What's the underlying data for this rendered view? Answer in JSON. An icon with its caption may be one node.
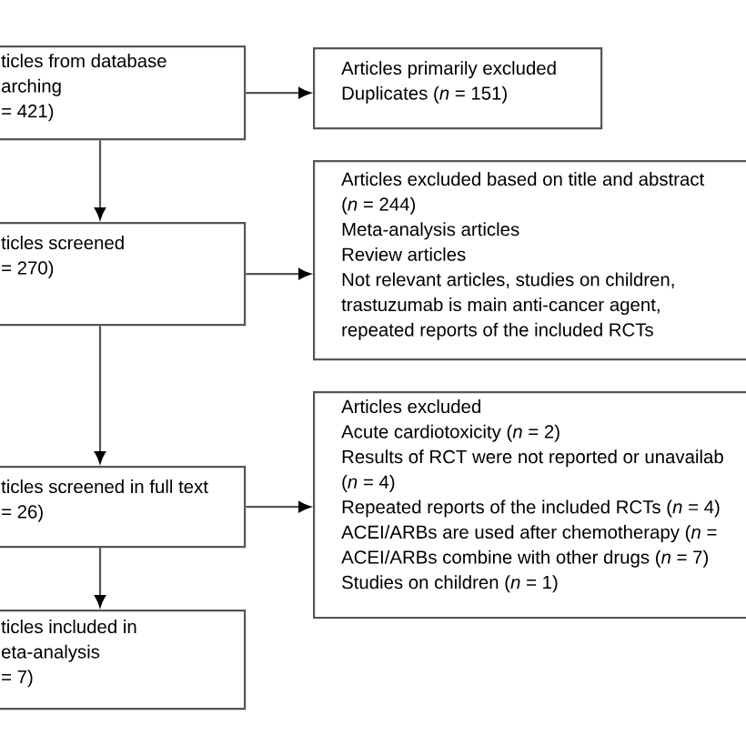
{
  "diagram": {
    "nodes": [
      {
        "text": [
          "ticles from database",
          "arching",
          "= 421)"
        ]
      },
      {
        "text": [
          "Articles primarily excluded",
          "Duplicates (*n* = 151)"
        ]
      },
      {
        "text": [
          "ticles screened",
          "= 270)"
        ]
      },
      {
        "text": [
          "Articles excluded based on title and abstract (*n* = 244)",
          "Meta-analysis articles",
          "Review articles",
          "Not relevant articles, studies on children, trastuzumab is main anti-cancer agent, repeated reports of the included RCTs"
        ]
      },
      {
        "text": [
          "ticles screened in full text",
          "= 26)"
        ]
      },
      {
        "text": [
          "Articles excluded",
          "Acute cardiotoxicity (*n* = 2)",
          "Results of RCT were not reported or unavailab (*n* = 4)",
          "Repeated reports of the included RCTs (*n* = 4)",
          "ACEI/ARBs are used after chemotherapy (*n* =",
          "ACEI/ARBs combine with other drugs (*n* = 7)",
          "Studies on children (*n* = 1)"
        ]
      },
      {
        "text": [
          "ticles included in",
          "eta-analysis",
          "= 7)"
        ]
      }
    ],
    "edges": [
      {
        "from": 0,
        "to": 1,
        "arrow": "to"
      },
      {
        "from": 0,
        "to": 2,
        "arrow": "to"
      },
      {
        "from": 2,
        "to": 3,
        "arrow": "to"
      },
      {
        "from": 2,
        "to": 4,
        "arrow": "to"
      },
      {
        "from": 4,
        "to": 5,
        "arrow": "to"
      },
      {
        "from": 4,
        "to": 6,
        "arrow": "to"
      }
    ]
  }
}
